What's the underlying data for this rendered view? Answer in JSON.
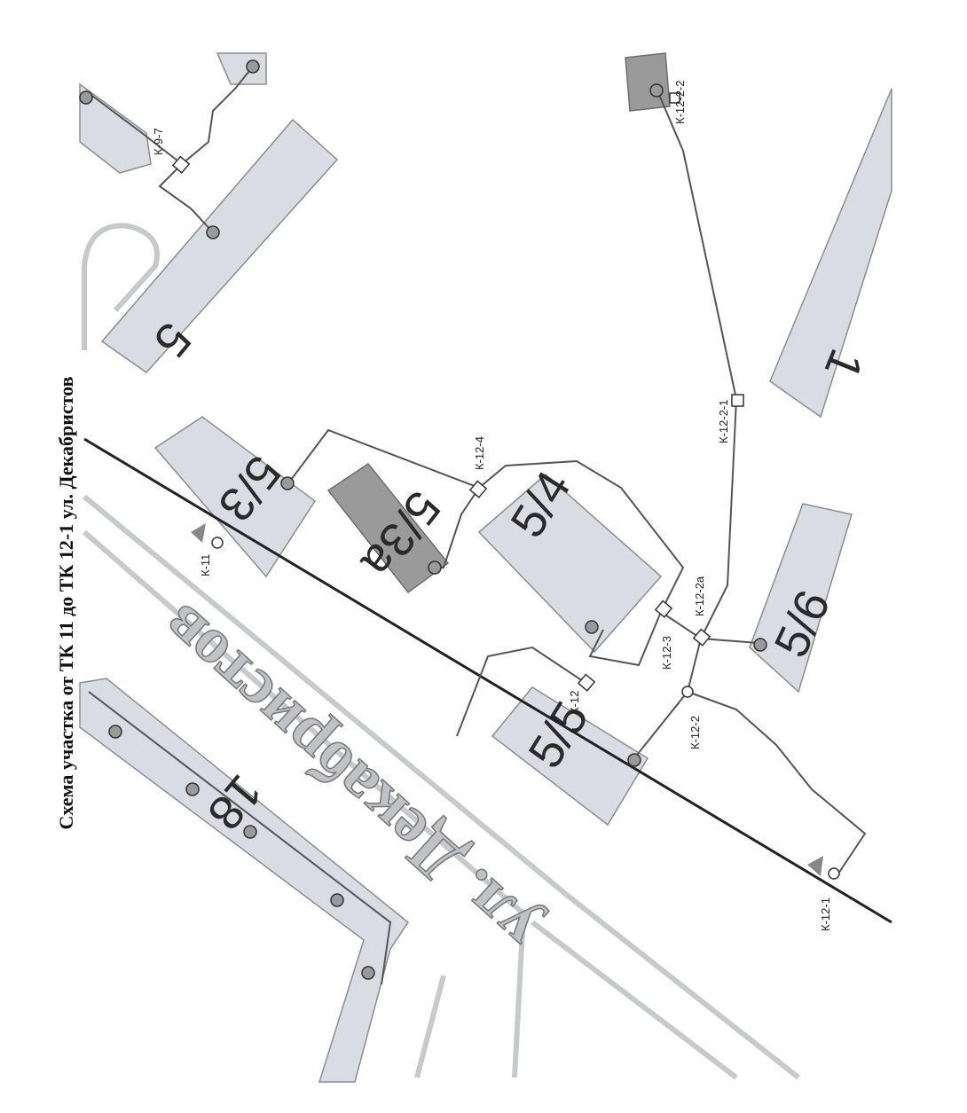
{
  "title": "Схема участка от ТК 11 до ТК 12-1 ул. Декабристов",
  "street": "ул. Декабристов",
  "buildings": [
    "5",
    "1",
    "5/3",
    "5/3а",
    "5/4",
    "5/5",
    "5/6",
    "18"
  ],
  "chambers": [
    "К-9-7",
    "К-12-2-2",
    "К-12-2-1",
    "К-12-4",
    "К-11",
    "К-12",
    "К-12-3",
    "К-12-2а",
    "К-12-2",
    "К-12-1"
  ]
}
